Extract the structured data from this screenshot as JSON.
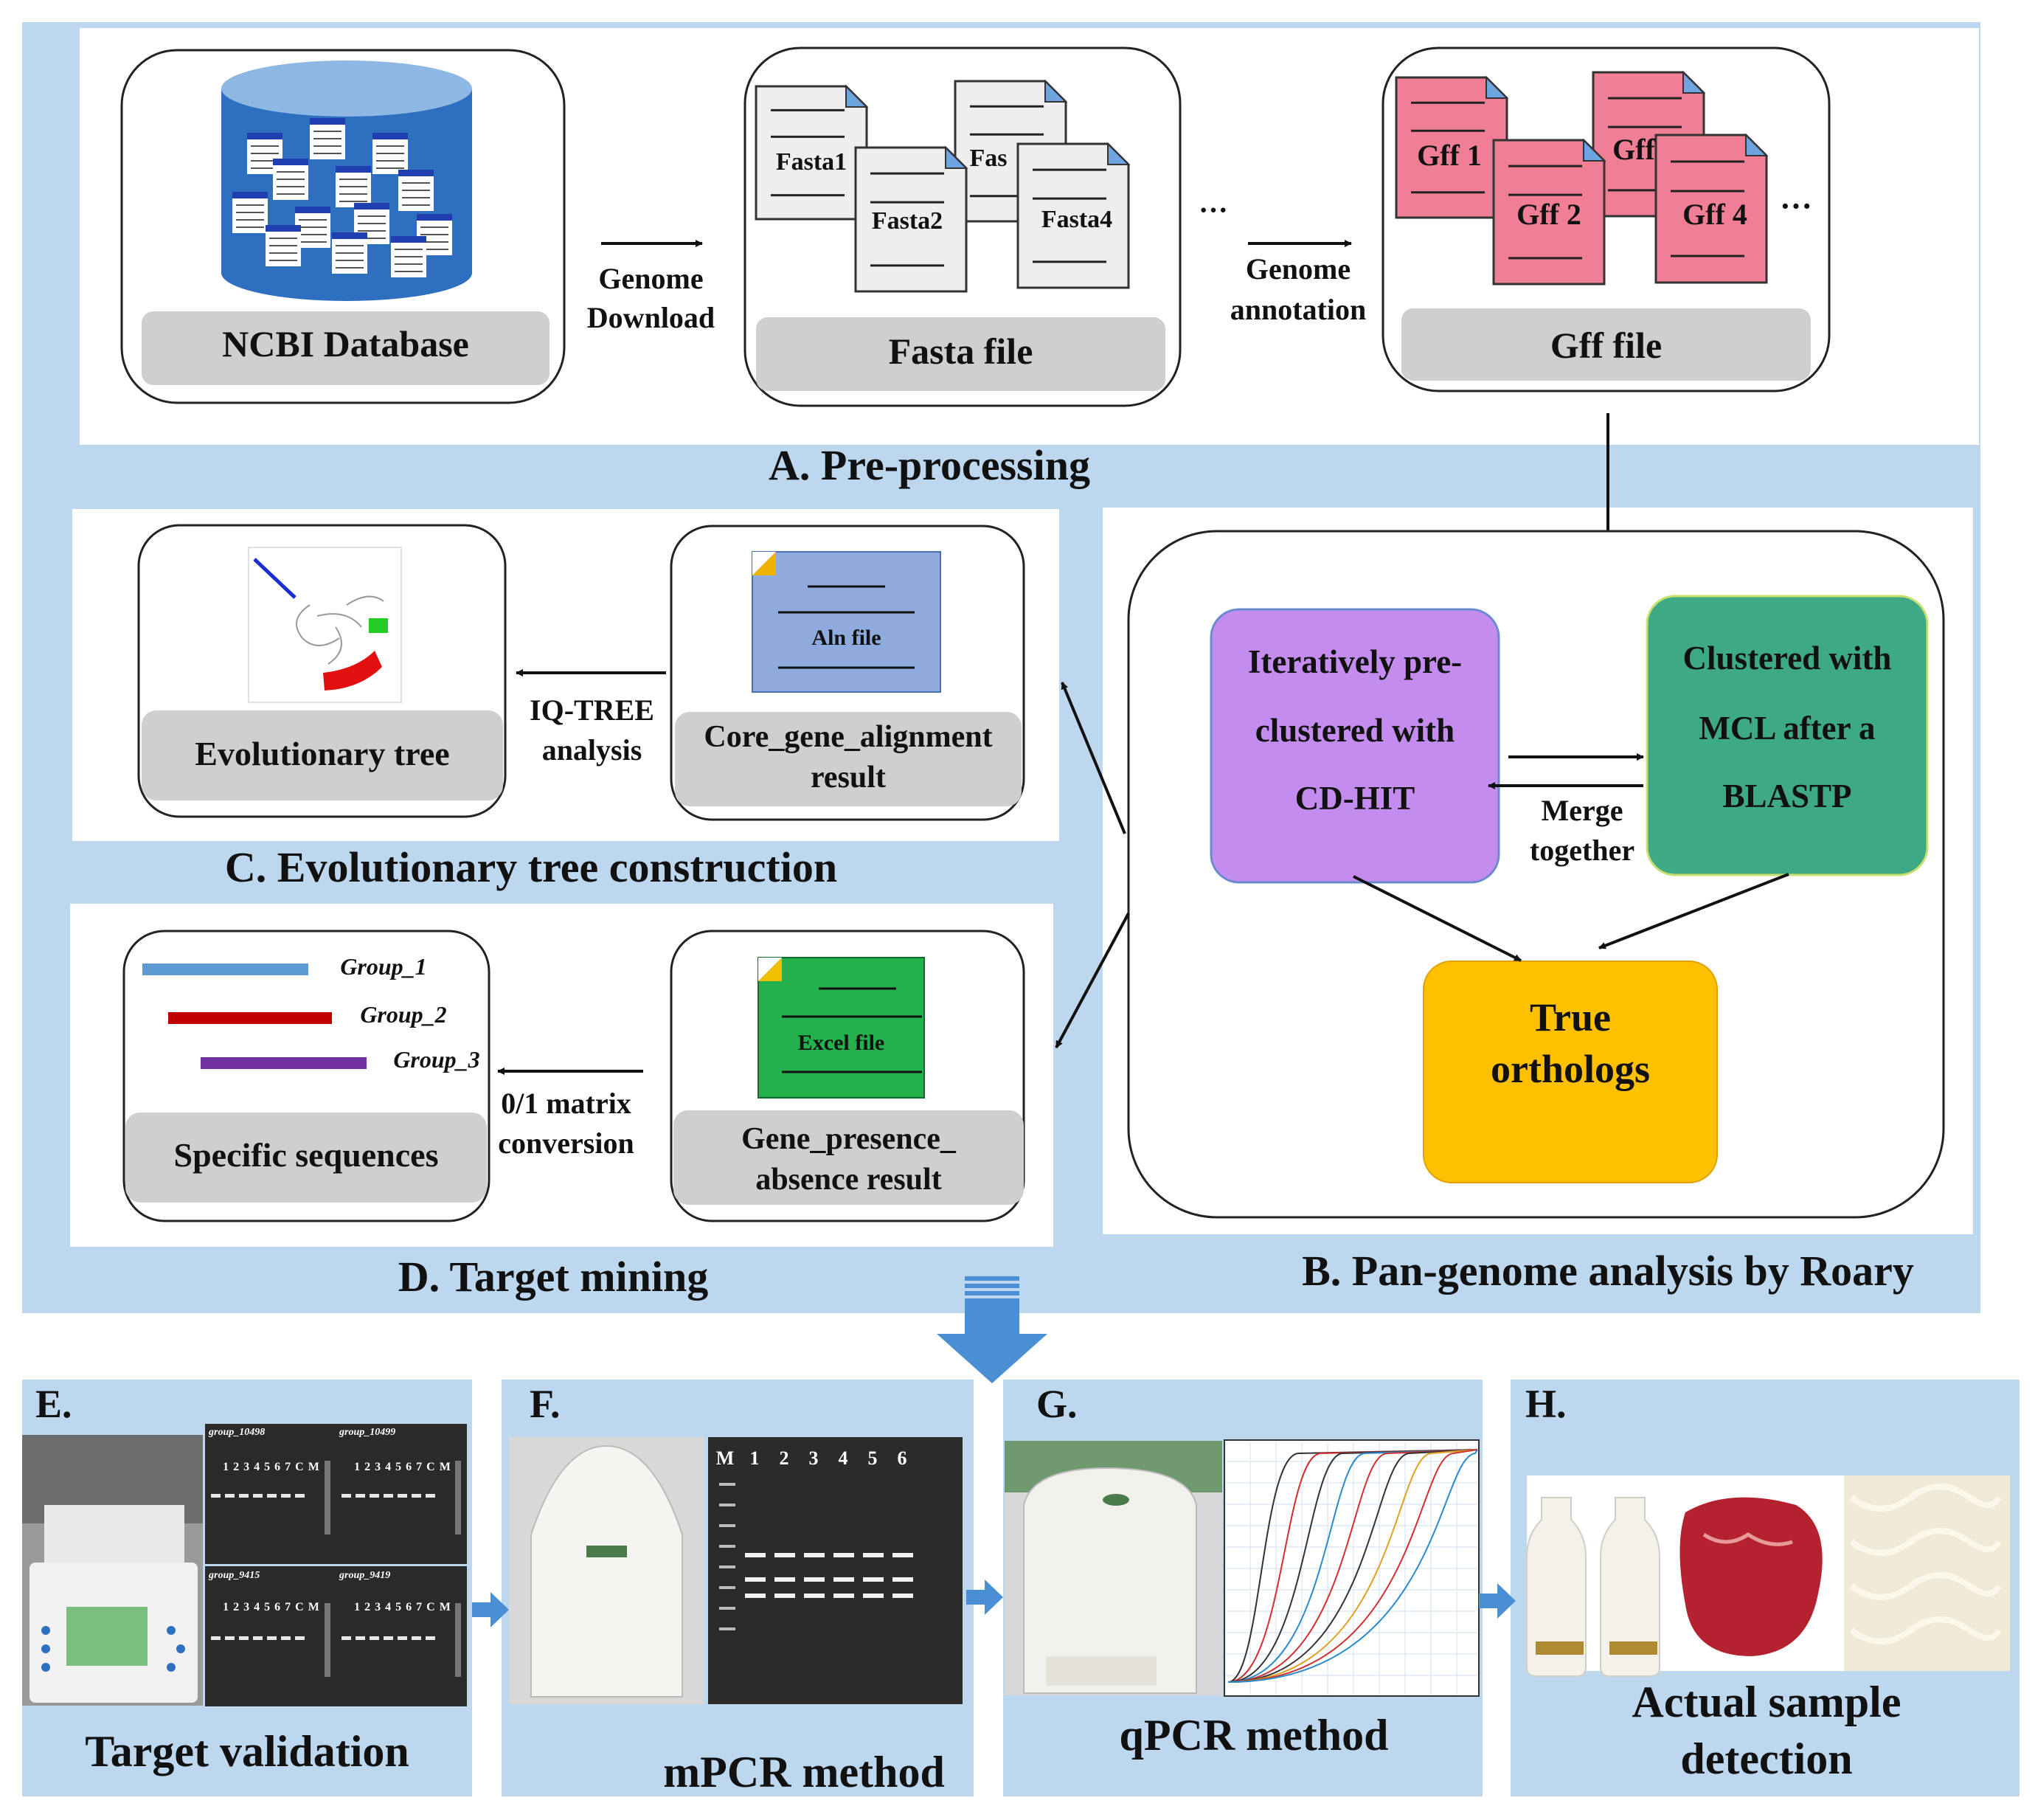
{
  "sections": {
    "A": {
      "title": "A. Pre-processing",
      "ncbi": "NCBI Database",
      "genome_download": [
        "Genome",
        "Download"
      ],
      "fasta_box": "Fasta file",
      "fasta_files": [
        "Fasta1",
        "Fasta2",
        "Fas",
        "Fasta4"
      ],
      "genome_annotation": [
        "Genome",
        "annotation"
      ],
      "gff_box": "Gff file",
      "gff_files": [
        "Gff 1",
        "Gff 2",
        "Gff",
        "Gff 4"
      ],
      "ellipsis": "···"
    },
    "B": {
      "title": "B. Pan-genome analysis by Roary",
      "cdhit": [
        "Iteratively pre-",
        "clustered with",
        "CD-HIT"
      ],
      "mcl": [
        "Clustered with",
        "MCL after a",
        "BLASTP"
      ],
      "merge": [
        "Merge",
        "together"
      ],
      "orthologs": [
        "True",
        "orthologs"
      ]
    },
    "C": {
      "title": "C. Evolutionary tree construction",
      "tree_box": "Evolutionary tree",
      "iqtree": [
        "IQ-TREE",
        "analysis"
      ],
      "aln_file": "Aln file",
      "core_box": [
        "Core_gene_alignment",
        "result"
      ]
    },
    "D": {
      "title": "D. Target mining",
      "groups": [
        "Group_1",
        "Group_2",
        "Group_3"
      ],
      "specific_box": "Specific sequences",
      "matrix": [
        "0/1 matrix",
        "conversion"
      ],
      "excel_file": "Excel file",
      "gene_box": [
        "Gene_presence_",
        "absence result"
      ]
    },
    "E": {
      "letter": "E.",
      "caption": "Target  validation",
      "gel_titles": [
        "group_10498",
        "group_10499",
        "group_9415",
        "group_9419"
      ],
      "lanes": "1 2 3 4 5 6 7 C M"
    },
    "F": {
      "letter": "F.",
      "caption": "mPCR method",
      "lanes": [
        "M",
        "1",
        "2",
        "3",
        "4",
        "5",
        "6"
      ]
    },
    "G": {
      "letter": "G.",
      "caption": "qPCR method"
    },
    "H": {
      "letter": "H.",
      "caption": [
        "Actual sample",
        "detection"
      ]
    }
  },
  "colors": {
    "panel_bg": "#bcd7ee",
    "group1": "#5b9bd5",
    "group2": "#c00000",
    "group3": "#7030a0",
    "cdhit": "#c58cf0",
    "mcl": "#3daa85",
    "orthologs": "#ffc000",
    "fasta_doc": "#eeeeee",
    "gff_doc": "#f07f95",
    "aln_doc": "#8faadc",
    "excel_doc": "#22b14c",
    "arrow_big": "#4a8fd4"
  }
}
